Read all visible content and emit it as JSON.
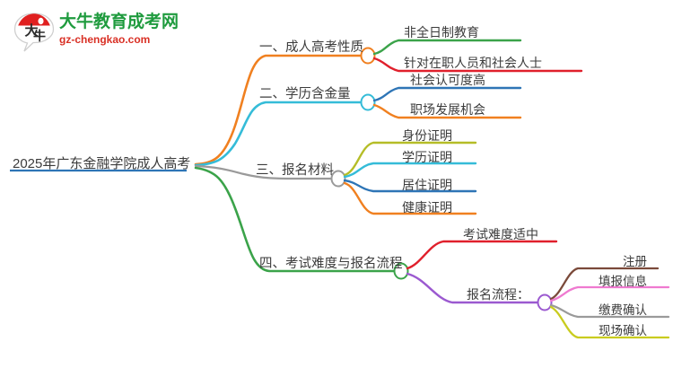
{
  "logo": {
    "mark_name": "daniu-bull-speech-bubble-logo",
    "title": "大牛教育成考网",
    "domain": "gz-chengkao.com",
    "title_color": "#1f9b3e",
    "domain_color": "#d93025",
    "mark_red": "#e02020"
  },
  "mindmap": {
    "root": {
      "label": "2025年广东金融学院成人高考",
      "color": "#2e75b6"
    },
    "branches": [
      {
        "label": "一、成人高考性质",
        "color": "#f08020",
        "children": [
          {
            "label": "非全日制教育",
            "color": "#3ba34a"
          },
          {
            "label": "针对在职人员和社会人士",
            "color": "#e0202c"
          }
        ]
      },
      {
        "label": "二、学历含金量",
        "color": "#35bcd8",
        "children": [
          {
            "label": "社会认可度高",
            "color": "#2e75b6"
          },
          {
            "label": "职场发展机会",
            "color": "#f08020"
          }
        ]
      },
      {
        "label": "三、报名材料",
        "color": "#9a9a9a",
        "children": [
          {
            "label": "身份证明",
            "color": "#b5bd27"
          },
          {
            "label": "学历证明",
            "color": "#35bcd8"
          },
          {
            "label": "居住证明",
            "color": "#2e75b6"
          },
          {
            "label": "健康证明",
            "color": "#f08020"
          }
        ]
      },
      {
        "label": "四、考试难度与报名流程",
        "color": "#3ba34a",
        "children": [
          {
            "label": "考试难度适中",
            "color": "#e0202c"
          },
          {
            "label": "报名流程：",
            "color": "#9b59d0",
            "children": [
              {
                "label": "注册",
                "color": "#7b4a3a"
              },
              {
                "label": "填报信息",
                "color": "#ef7ad0"
              },
              {
                "label": "缴费确认",
                "color": "#9a9a9a"
              },
              {
                "label": "现场确认",
                "color": "#c9cc1f"
              }
            ]
          }
        ]
      }
    ]
  }
}
